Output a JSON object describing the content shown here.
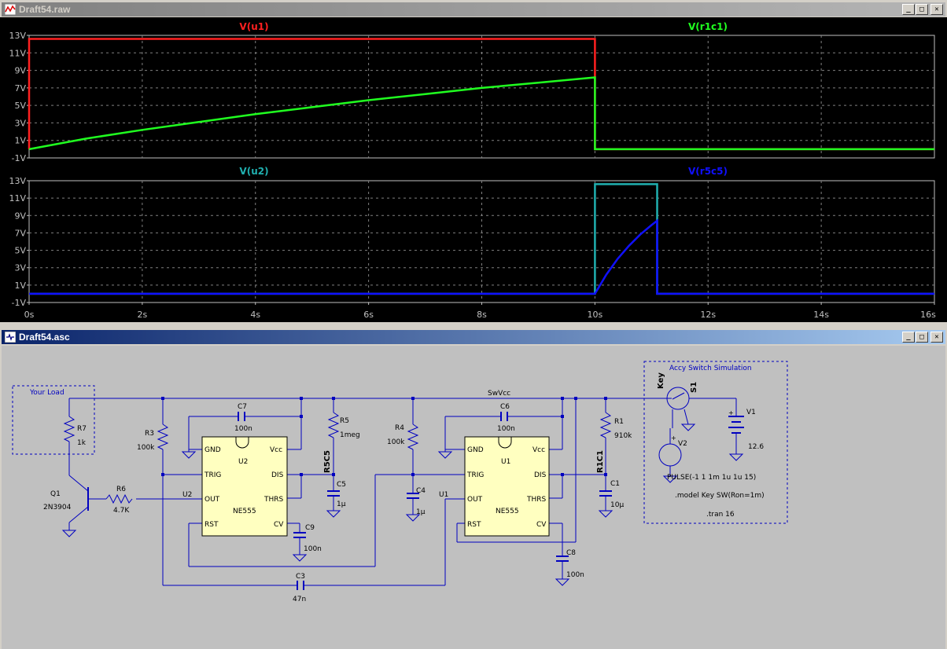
{
  "waveform_window": {
    "title": "Draft54.raw",
    "buttons": {
      "minimize": "_",
      "maximize": "□",
      "close": "✕"
    }
  },
  "chart_data": [
    {
      "type": "line",
      "pane": "top",
      "series": [
        {
          "name": "V(u1)",
          "color": "#ff2020",
          "x": [
            0,
            0,
            10,
            10,
            16
          ],
          "y": [
            0,
            12.6,
            12.6,
            0,
            0
          ]
        },
        {
          "name": "V(r1c1)",
          "color": "#20ff20",
          "x": [
            0,
            1,
            2,
            3,
            4,
            5,
            6,
            7,
            8,
            9,
            10,
            10,
            16
          ],
          "y": [
            0,
            1.2,
            2.2,
            3.1,
            4.0,
            4.8,
            5.6,
            6.3,
            7.0,
            7.6,
            8.2,
            0,
            0
          ]
        }
      ],
      "y_ticks": [
        "13V",
        "11V",
        "9V",
        "7V",
        "5V",
        "3V",
        "1V",
        "-1V"
      ],
      "ylim": [
        -1,
        13
      ],
      "xlim": [
        0,
        16
      ],
      "grid": true
    },
    {
      "type": "line",
      "pane": "bottom",
      "series": [
        {
          "name": "V(u2)",
          "color": "#20b0b0",
          "x": [
            0,
            10,
            10,
            11.1,
            11.1,
            16
          ],
          "y": [
            0,
            0,
            12.6,
            12.6,
            0,
            0
          ]
        },
        {
          "name": "V(r5c5)",
          "color": "#1010ff",
          "x": [
            0,
            10,
            10.2,
            10.4,
            10.6,
            10.8,
            11.0,
            11.1,
            11.1,
            16
          ],
          "y": [
            0,
            0,
            2.2,
            4.0,
            5.5,
            6.8,
            7.9,
            8.4,
            0,
            0
          ]
        }
      ],
      "y_ticks": [
        "13V",
        "11V",
        "9V",
        "7V",
        "5V",
        "3V",
        "1V",
        "-1V"
      ],
      "x_ticks": [
        "0s",
        "2s",
        "4s",
        "6s",
        "8s",
        "10s",
        "12s",
        "14s",
        "16s"
      ],
      "ylim": [
        -1,
        13
      ],
      "xlim": [
        0,
        16
      ],
      "grid": true
    }
  ],
  "schematic_window": {
    "title": "Draft54.asc",
    "buttons": {
      "minimize": "_",
      "maximize": "□",
      "close": "✕"
    },
    "labels": {
      "your_load": "Your Load",
      "accy_box": "Accy Switch Simulation",
      "swvcc": "SwVcc",
      "u2_net": "U2",
      "u1_net": "U1",
      "r5c5_net": "R5C5",
      "r1c1_net": "R1C1"
    },
    "components": {
      "R7": {
        "name": "R7",
        "value": "1k"
      },
      "Q1": {
        "name": "Q1",
        "value": "2N3904"
      },
      "R6": {
        "name": "R6",
        "value": "4.7K"
      },
      "R3": {
        "name": "R3",
        "value": "100k"
      },
      "C7": {
        "name": "C7",
        "value": "100n"
      },
      "R5": {
        "name": "R5",
        "value": "1meg"
      },
      "C5": {
        "name": "C5",
        "value": "1µ"
      },
      "C9": {
        "name": "C9",
        "value": "100n"
      },
      "C3": {
        "name": "C3",
        "value": "47n"
      },
      "R4": {
        "name": "R4",
        "value": "100k"
      },
      "C4": {
        "name": "C4",
        "value": "1µ"
      },
      "C6": {
        "name": "C6",
        "value": "100n"
      },
      "R1": {
        "name": "R1",
        "value": "910k"
      },
      "C1": {
        "name": "C1",
        "value": "10µ"
      },
      "C8": {
        "name": "C8",
        "value": "100n"
      },
      "V1": {
        "name": "V1",
        "value": "12.6"
      },
      "V2": {
        "name": "V2",
        "value": "PULSE(-1 1 1m 1u 1u 15)"
      },
      "S1": {
        "name": "S1",
        "value": "Key"
      }
    },
    "ic_u2": {
      "ref": "U2",
      "part": "NE555",
      "pins": {
        "gnd": "GND",
        "vcc": "Vcc",
        "trig": "TRIG",
        "dis": "DIS",
        "out": "OUT",
        "thrs": "THRS",
        "rst": "RST",
        "cv": "CV"
      }
    },
    "ic_u1": {
      "ref": "U1",
      "part": "NE555",
      "pins": {
        "gnd": "GND",
        "vcc": "Vcc",
        "trig": "TRIG",
        "dis": "DIS",
        "out": "OUT",
        "thrs": "THRS",
        "rst": "RST",
        "cv": "CV"
      }
    },
    "directives": {
      "model": ".model Key SW(Ron=1m)",
      "tran": ".tran 16"
    }
  }
}
